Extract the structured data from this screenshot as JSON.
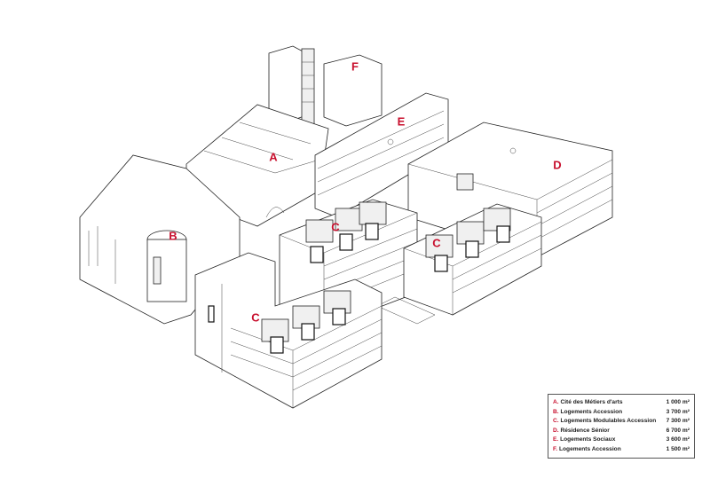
{
  "labels": {
    "a": "A",
    "b": "B",
    "c1": "C",
    "c2": "C",
    "c3": "C",
    "d": "D",
    "e": "E",
    "f": "F"
  },
  "legend": [
    {
      "key": "A.",
      "name": "Cité des Métiers d'arts",
      "area": "1 000 m²"
    },
    {
      "key": "B.",
      "name": "Logements Accession",
      "area": "3 700 m²"
    },
    {
      "key": "C.",
      "name": "Logements Modulables Accession",
      "area": "7 300 m²"
    },
    {
      "key": "D.",
      "name": "Résidence Sénior",
      "area": "6 700 m²"
    },
    {
      "key": "E.",
      "name": "Logements Sociaux",
      "area": "3 600 m²"
    },
    {
      "key": "F.",
      "name": "Logements Accession",
      "area": "1 500 m²"
    }
  ],
  "colors": {
    "label": "#c8102e",
    "line": "#222222"
  }
}
